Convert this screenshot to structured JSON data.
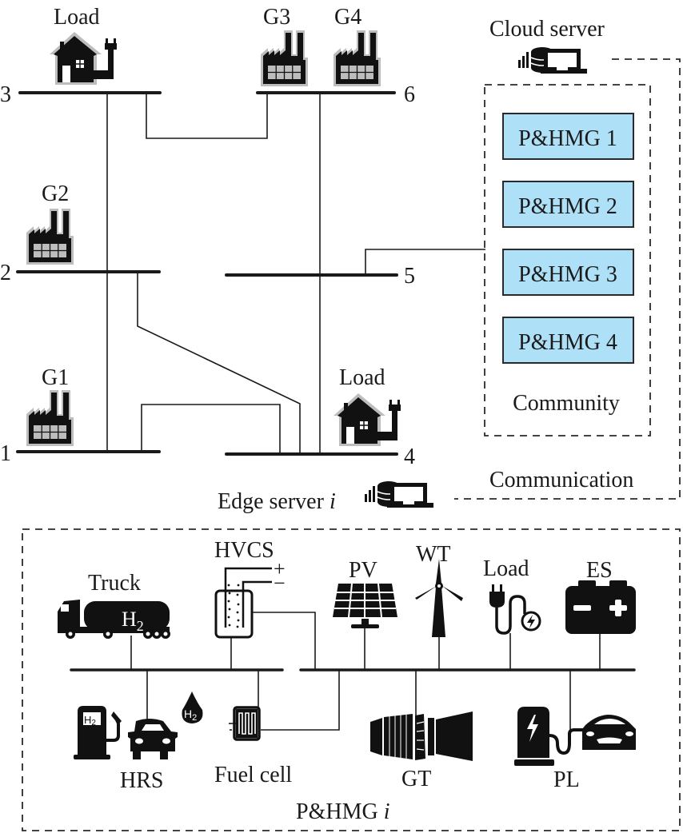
{
  "figure": {
    "grid": {
      "buses": [
        {
          "id": "bus-1",
          "label": "1"
        },
        {
          "id": "bus-2",
          "label": "2"
        },
        {
          "id": "bus-3",
          "label": "3"
        },
        {
          "id": "bus-4",
          "label": "4"
        },
        {
          "id": "bus-5",
          "label": "5"
        },
        {
          "id": "bus-6",
          "label": "6"
        }
      ],
      "generators": [
        {
          "label": "G1",
          "bus": "1"
        },
        {
          "label": "G2",
          "bus": "2"
        },
        {
          "label": "G3",
          "bus": "6"
        },
        {
          "label": "G4",
          "bus": "6"
        }
      ],
      "loads": [
        {
          "label": "Load",
          "bus": "3"
        },
        {
          "label": "Load",
          "bus": "4"
        }
      ]
    },
    "cloud_server_label": "Cloud server",
    "community": {
      "label": "Community",
      "microgrids": [
        "P&HMG 1",
        "P&HMG 2",
        "P&HMG 3",
        "P&HMG 4"
      ],
      "box_color": "#aee0f7"
    },
    "communication_label": "Communication",
    "edge_server": {
      "label": "Edge server ",
      "index": "i"
    },
    "microgrid": {
      "title": "P&HMG ",
      "index": "i",
      "components": {
        "truck": "Truck",
        "h2_label": "H",
        "h2_sub": "2",
        "hvcs": "HVCS",
        "hvcs_plus": "+",
        "hvcs_minus": "−",
        "pv": "PV",
        "wt": "WT",
        "load": "Load",
        "es": "ES",
        "hrs": "HRS",
        "fuel_cell": "Fuel cell",
        "gt": "GT",
        "pl": "PL"
      }
    }
  }
}
